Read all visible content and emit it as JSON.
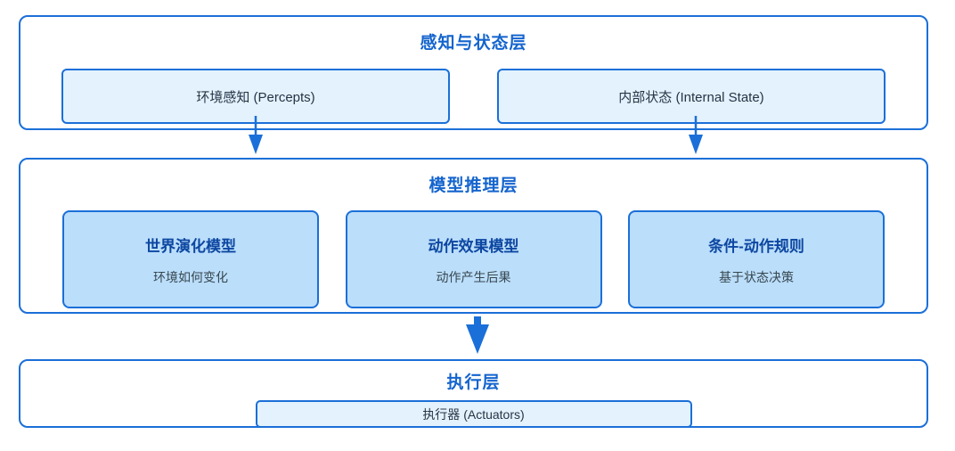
{
  "diagram": {
    "colors": {
      "border": "#1b6fd8",
      "layer_title": "#1464ce",
      "card_fill": "#bbdefb",
      "pill_fill": "#e3f2fd",
      "card_title": "#0d47a1",
      "subtitle_text": "#37474f",
      "pill_text": "#263445",
      "arrow": "#1b6fd8",
      "background": "#ffffff"
    },
    "layers": {
      "perception": {
        "title": "感知与状态层",
        "boxes": [
          {
            "label": "环境感知 (Percepts)"
          },
          {
            "label": "内部状态 (Internal State)"
          }
        ]
      },
      "reasoning": {
        "title": "模型推理层",
        "cards": [
          {
            "title": "世界演化模型",
            "subtitle": "环境如何变化"
          },
          {
            "title": "动作效果模型",
            "subtitle": "动作产生后果"
          },
          {
            "title": "条件-动作规则",
            "subtitle": "基于状态决策"
          }
        ]
      },
      "execution": {
        "title": "执行层",
        "box": {
          "label": "执行器 (Actuators)"
        }
      }
    }
  }
}
